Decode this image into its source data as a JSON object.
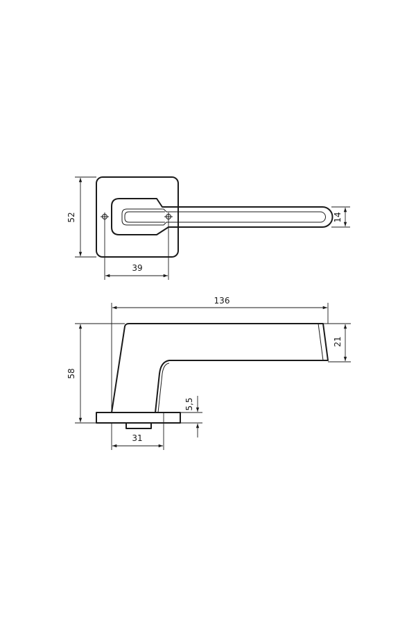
{
  "top_view": {
    "dim_rose_height": "52",
    "dim_spindle_offset": "39",
    "dim_lever_width": "14"
  },
  "side_view": {
    "dim_total_length": "136",
    "dim_total_height": "58",
    "dim_lever_thickness": "21",
    "dim_rose_thickness": "5,5",
    "dim_neck_base": "31"
  },
  "colors": {
    "line": "#1a1a1a",
    "background": "#ffffff"
  }
}
